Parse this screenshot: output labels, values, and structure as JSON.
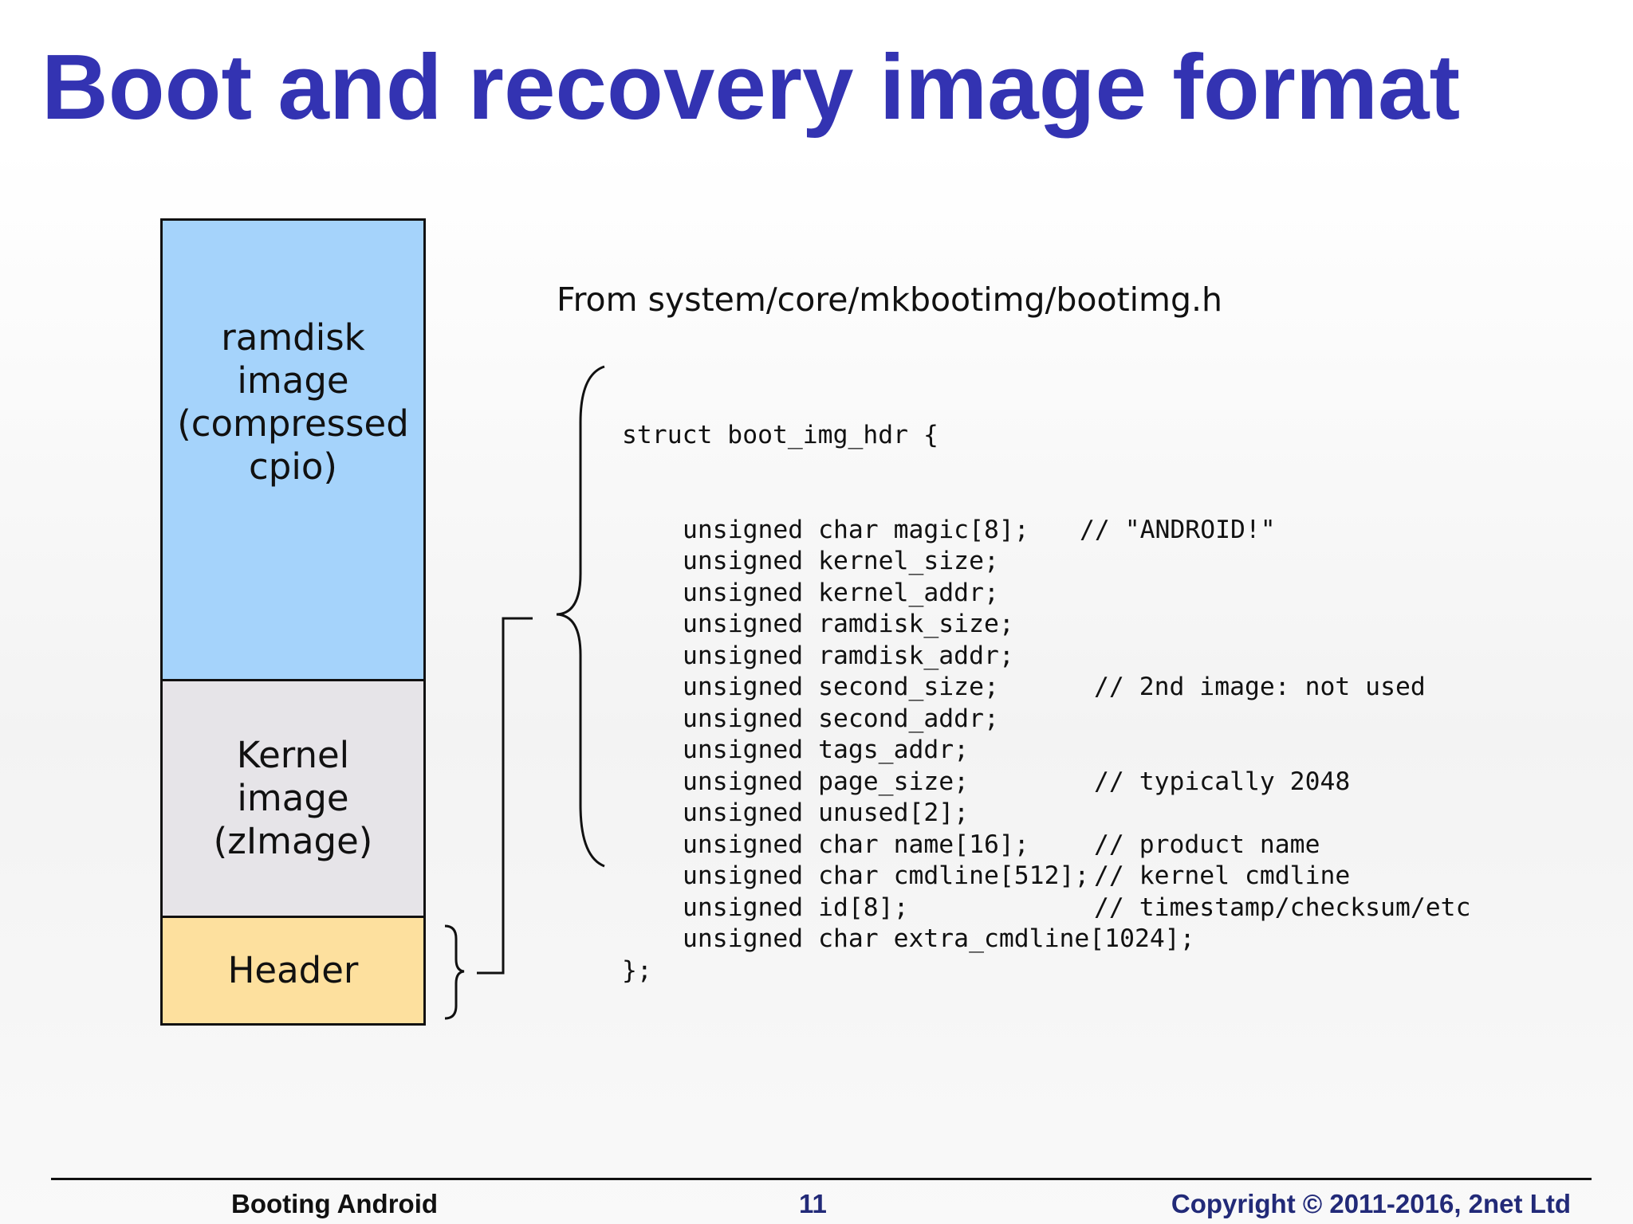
{
  "title": "Boot and recovery image format",
  "layout_boxes": [
    {
      "label": "ramdisk\nimage\n(compressed\ncpio)"
    },
    {
      "label": "Kernel\nimage\n(zImage)"
    },
    {
      "label": "Header"
    }
  ],
  "source_caption": "From system/core/mkbootimg/bootimg.h",
  "code": {
    "open": "struct boot_img_hdr {",
    "fields": [
      {
        "decl": "unsigned char magic[8];",
        "comment": "// \"ANDROID!\""
      },
      {
        "decl": "unsigned kernel_size;",
        "comment": ""
      },
      {
        "decl": "unsigned kernel_addr;",
        "comment": ""
      },
      {
        "decl": "unsigned ramdisk_size;",
        "comment": ""
      },
      {
        "decl": "unsigned ramdisk_addr;",
        "comment": ""
      },
      {
        "decl": "unsigned second_size;",
        "comment": "// 2nd image: not used"
      },
      {
        "decl": "unsigned second_addr;",
        "comment": ""
      },
      {
        "decl": "unsigned tags_addr;",
        "comment": ""
      },
      {
        "decl": "unsigned page_size;",
        "comment": "// typically 2048"
      },
      {
        "decl": "unsigned unused[2];",
        "comment": ""
      },
      {
        "decl": "unsigned char name[16];",
        "comment": "// product name"
      },
      {
        "decl": "unsigned char cmdline[512];",
        "comment": "// kernel cmdline"
      },
      {
        "decl": "unsigned id[8];",
        "comment": "// timestamp/checksum/etc"
      },
      {
        "decl": "unsigned char extra_cmdline[1024];",
        "comment": ""
      }
    ],
    "close": "};"
  },
  "footer": {
    "left": "Booting Android",
    "page_number": "11",
    "right": "Copyright © 2011-2016, 2net Ltd"
  },
  "colors": {
    "title": "#3333b2",
    "ramdisk_fill": "#a5d3fb",
    "kernel_fill": "#e6e4e8",
    "header_fill": "#fde09e",
    "footer_accent": "#222a78"
  }
}
